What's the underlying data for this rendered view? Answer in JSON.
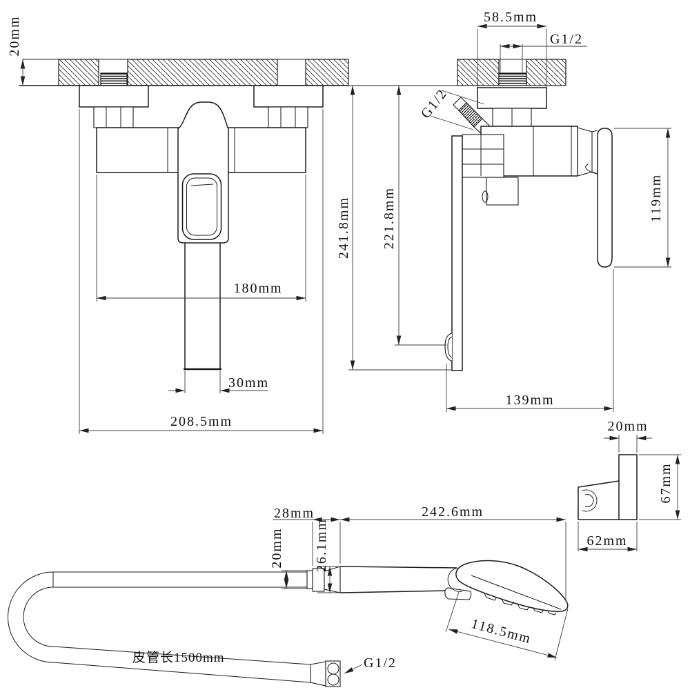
{
  "drawing_type": "faucet installation dimension diagram",
  "colors": {
    "background": "#ffffff",
    "line": "#1a1a1a",
    "dimension": "#3c3c3c"
  },
  "front_view": {
    "wall_thickness": "20mm",
    "body_width": "180mm",
    "spout_width": "30mm",
    "overall_width": "208.5mm"
  },
  "side_view": {
    "inlet_offset": "58.5mm",
    "wall_thread": "G1/2",
    "inlet_thread": "G1/2",
    "overall_height": "241.8mm",
    "outlet_height": "221.8mm",
    "handle_height": "119mm",
    "overall_depth": "139mm"
  },
  "holder_view": {
    "plate_thickness": "20mm",
    "height": "67mm",
    "depth": "62mm"
  },
  "handshower_view": {
    "connector_length": "28mm",
    "hose_connector_diameter": "20mm",
    "handle_end_diameter": "26.1mm",
    "overall_length": "242.6mm",
    "head_length": "118.5mm",
    "hose_length_note": "皮管长1500mm",
    "hose_thread": "G1/2"
  }
}
